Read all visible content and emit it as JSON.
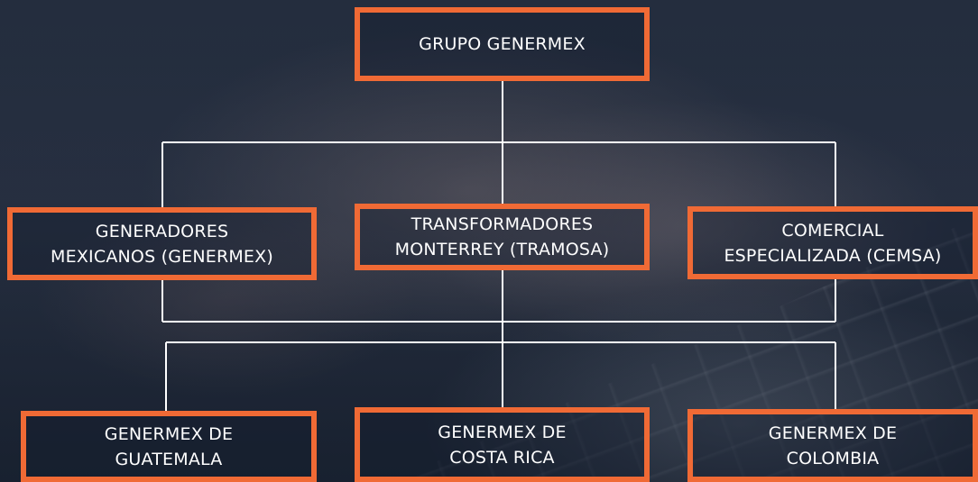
{
  "org_chart": {
    "root": {
      "label": "GRUPO GENERMEX"
    },
    "companies": [
      {
        "label": "GENERADORES\nMEXICANOS (GENERMEX)"
      },
      {
        "label": "TRANSFORMADORES\nMONTERREY (TRAMOSA)"
      },
      {
        "label": "COMERCIAL\nESPECIALIZADA (CEMSA)"
      }
    ],
    "subsidiaries": [
      {
        "label": "GENERMEX DE\nGUATEMALA"
      },
      {
        "label": "GENERMEX DE\nCOSTA RICA"
      },
      {
        "label": "GENERMEX DE\nCOLOMBIA"
      }
    ]
  },
  "colors": {
    "node_border": "#f06a35",
    "connector": "#ffffff",
    "text": "#ffffff"
  }
}
